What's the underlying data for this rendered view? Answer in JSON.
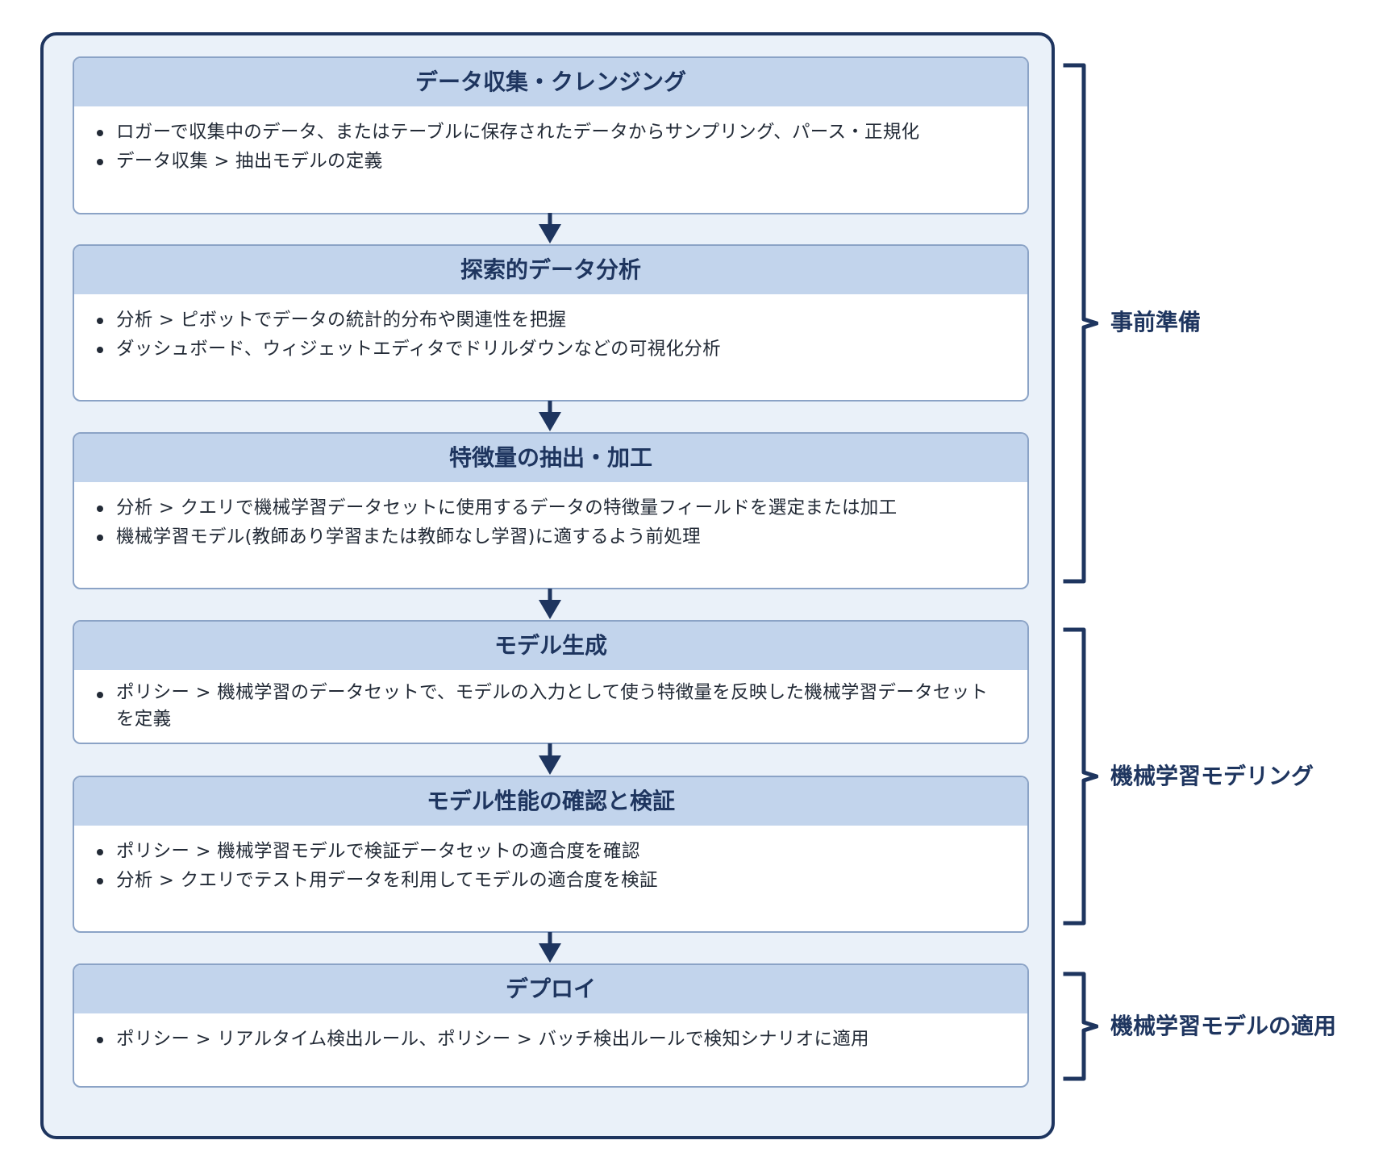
{
  "steps": [
    {
      "title": "データ収集・クレンジング",
      "items": [
        "ロガーで収集中のデータ、またはテーブルに保存されたデータからサンプリング、パース・正規化",
        "データ収集 > 抽出モデルの定義"
      ]
    },
    {
      "title": "探索的データ分析",
      "items": [
        "分析 > ピボットでデータの統計的分布や関連性を把握",
        "ダッシュボード、ウィジェットエディタでドリルダウンなどの可視化分析"
      ]
    },
    {
      "title": "特徴量の抽出・加工",
      "items": [
        "分析 > クエリで機械学習データセットに使用するデータの特徴量フィールドを選定または加工",
        "機械学習モデル(教師あり学習または教師なし学習)に適するよう前処理"
      ]
    },
    {
      "title": "モデル生成",
      "items": [
        "ポリシー > 機械学習のデータセットで、モデルの入力として使う特徴量を反映した機械学習データセットを定義"
      ]
    },
    {
      "title": "モデル性能の確認と検証",
      "items": [
        "ポリシー > 機械学習モデルで検証データセットの適合度を確認",
        "分析 > クエリでテスト用データを利用してモデルの適合度を検証"
      ]
    },
    {
      "title": "デプロイ",
      "items": [
        "ポリシー > リアルタイム検出ルール、ポリシー > バッチ検出ルールで検知シナリオに適用"
      ]
    }
  ],
  "phases": [
    {
      "label": "事前準備"
    },
    {
      "label": "機械学習モデリング"
    },
    {
      "label": "機械学習モデルの適用"
    }
  ],
  "colors": {
    "accent": "#1e355f",
    "header_bg": "#c2d4ec",
    "frame_bg": "#eaf1f9",
    "card_border": "#8ba3c6"
  }
}
